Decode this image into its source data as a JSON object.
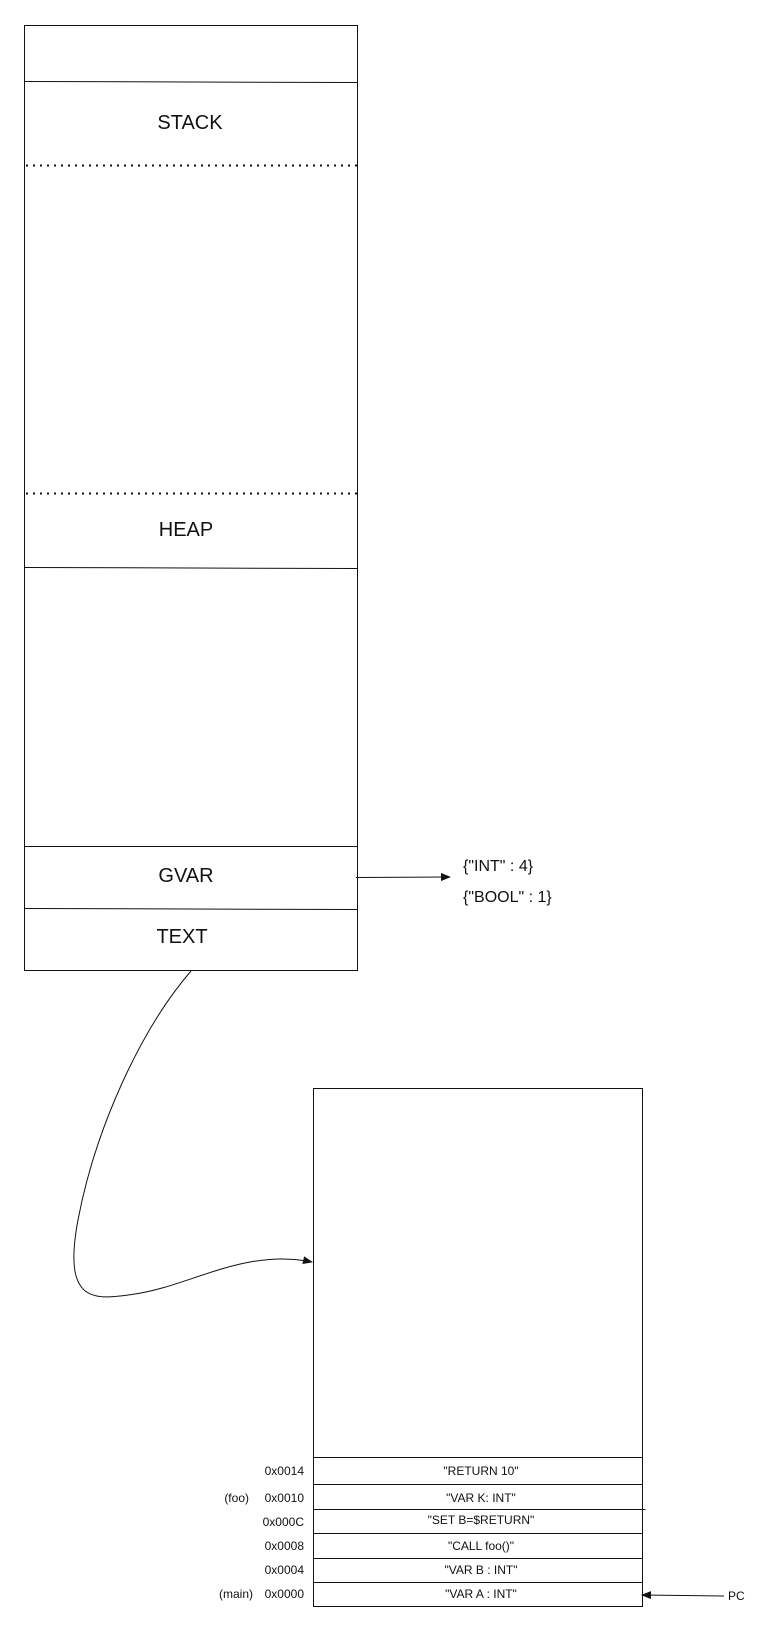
{
  "memory_layout": {
    "segments": {
      "stack": "STACK",
      "heap": "HEAP",
      "gvar": "GVAR",
      "text": "TEXT"
    }
  },
  "globals": {
    "entries": [
      "{\"INT\" : 4}",
      "{\"BOOL\" : 1}"
    ]
  },
  "text_segment": {
    "rows": [
      {
        "address": "0x0014",
        "instruction": "\"RETURN 10\"",
        "label": ""
      },
      {
        "address": "0x0010",
        "instruction": "\"VAR K: INT\"",
        "label": "(foo)"
      },
      {
        "address": "0x000C",
        "instruction": "\"SET B=$RETURN\"",
        "label": ""
      },
      {
        "address": "0x0008",
        "instruction": "\"CALL foo()\"",
        "label": ""
      },
      {
        "address": "0x0004",
        "instruction": "\"VAR B : INT\"",
        "label": ""
      },
      {
        "address": "0x0000",
        "instruction": "\"VAR A : INT\"",
        "label": "(main)"
      }
    ],
    "pointer_label": "PC"
  }
}
